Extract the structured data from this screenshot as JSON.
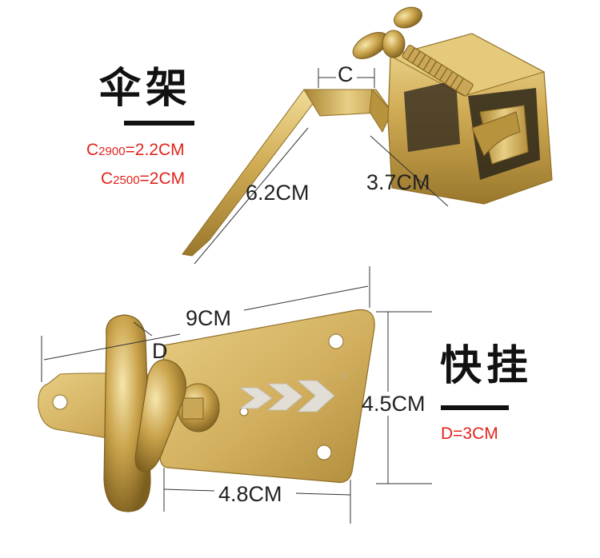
{
  "umbrella_rack": {
    "title": "伞架",
    "note1_prefix": "C",
    "note1_sub": "2900",
    "note1_value": "=2.2CM",
    "note2_prefix": "C",
    "note2_sub": "2500",
    "note2_value": "=2CM",
    "dim_c": "C",
    "dim_arm": "6.2CM",
    "dim_depth": "3.7CM"
  },
  "quick_hook": {
    "title": "快挂",
    "note": "D=3CM",
    "dim_width": "9CM",
    "dim_d": "D",
    "dim_height": "4.5CM",
    "dim_bottom": "4.8CM"
  },
  "colors": {
    "brass": "#c9a24a",
    "brass_dark": "#8f6f25",
    "brass_light": "#ecd58e",
    "accent_red": "#e0241c",
    "text": "#111111"
  }
}
